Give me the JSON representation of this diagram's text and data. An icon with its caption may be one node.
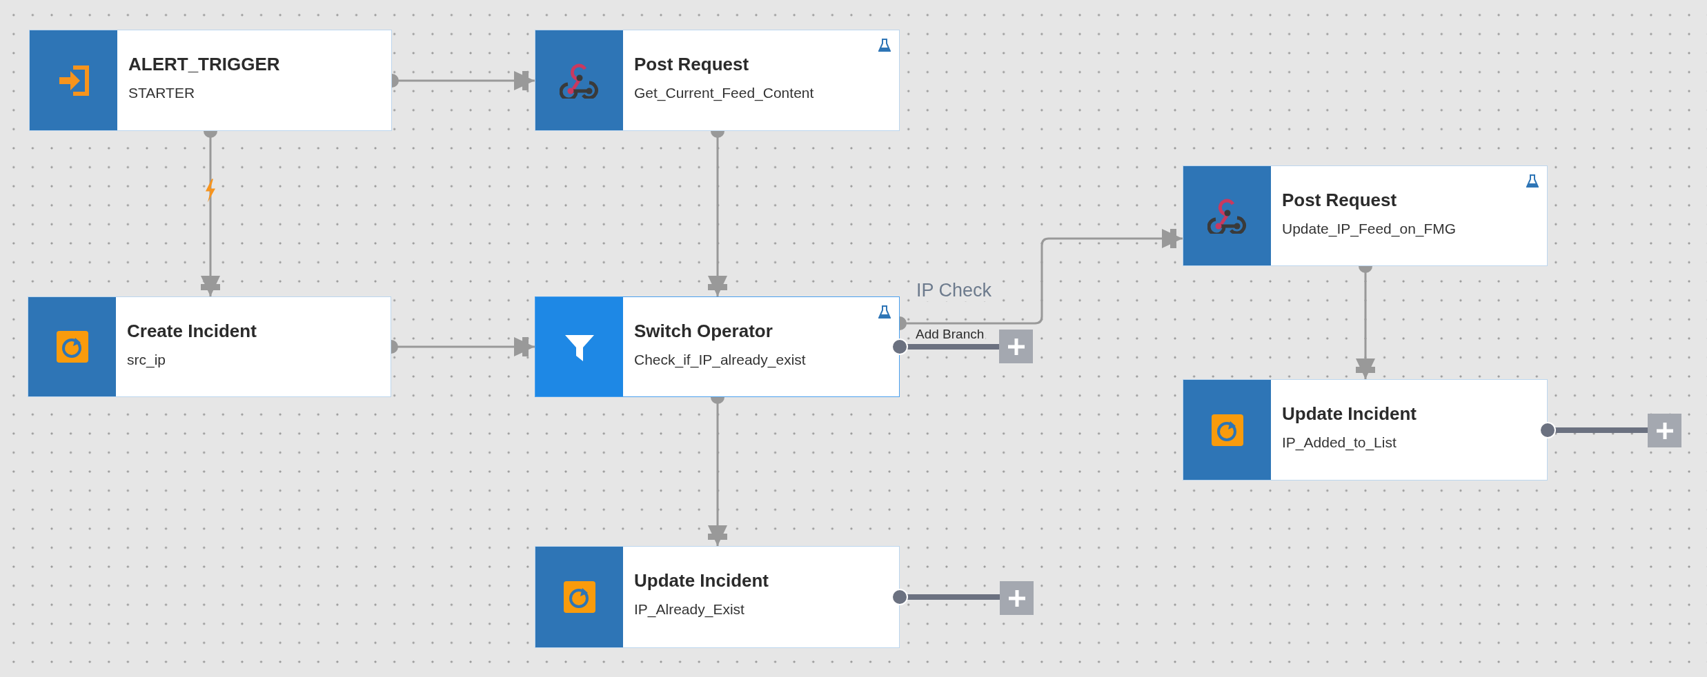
{
  "diagram": {
    "nodes": [
      {
        "text": [
          "ALERT_TRIGGER",
          "STARTER"
        ]
      },
      {
        "text": [
          "Post Request",
          "Get_Current_Feed_Content"
        ]
      },
      {
        "text": [
          "Post Request",
          "Update_IP_Feed_on_FMG"
        ]
      },
      {
        "text": [
          "Create Incident",
          "src_ip"
        ]
      },
      {
        "text": [
          "Switch Operator",
          "Check_if_IP_already_exist"
        ]
      },
      {
        "text": [],
        "shape": "box"
      },
      {
        "text": [
          "Update Incident",
          "IP_Added_to_List"
        ]
      },
      {
        "text": [],
        "shape": "box"
      },
      {
        "text": [
          "Update Incident",
          "IP_Already_Exist"
        ]
      },
      {
        "text": [],
        "shape": "box"
      }
    ],
    "edges": [
      {
        "from": 0,
        "to": 1,
        "arrow": "to"
      },
      {
        "from": 0,
        "to": 3,
        "arrow": "to"
      },
      {
        "from": 1,
        "to": 4,
        "arrow": "to"
      },
      {
        "from": 3,
        "to": 4,
        "arrow": "to"
      },
      {
        "from": 4,
        "to": 2,
        "arrow": "to",
        "label": "IP Check"
      },
      {
        "from": 4,
        "to": 5,
        "arrow": "other",
        "label": "Add Branch",
        "style": "thick",
        "color": "#6b7180"
      },
      {
        "from": 2,
        "to": 6,
        "arrow": "to"
      },
      {
        "from": 6,
        "to": 7,
        "arrow": "other",
        "style": "thick",
        "color": "#6b7180"
      },
      {
        "from": 4,
        "to": 8,
        "arrow": "to"
      },
      {
        "from": 8,
        "to": 9,
        "arrow": "other",
        "style": "thick",
        "color": "#6b7180"
      }
    ]
  }
}
